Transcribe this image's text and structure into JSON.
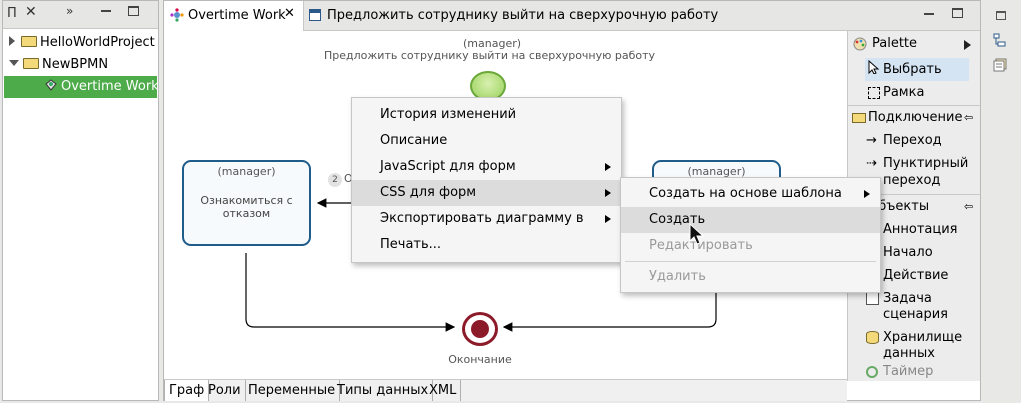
{
  "left_panel": {
    "tab_label": "П",
    "tree": [
      {
        "label": "HelloWorldProject"
      },
      {
        "label": "NewBPMN"
      },
      {
        "label": "Overtime Work"
      }
    ]
  },
  "editor": {
    "tabs": [
      {
        "label": "Overtime Work"
      },
      {
        "label": "Предложить сотруднику выйти на сверхурочную работу"
      }
    ],
    "diagram": {
      "start_role": "(manager)",
      "start_caption": "Предложить сотруднику выйти на сверхурочную работу",
      "task_left_role": "(manager)",
      "task_left_name": "Ознакомиться с отказом",
      "task_right_role": "(manager)",
      "transition_badge": "2",
      "transition_fragment": "О",
      "end_label": "Окончание"
    },
    "bottom_tabs": [
      "Граф",
      "Роли",
      "Переменные",
      "Типы данных",
      "XML"
    ]
  },
  "palette": {
    "title": "Palette",
    "tools": [
      "Выбрать",
      "Рамка"
    ],
    "connections_header": "Подключение",
    "connections": [
      "Переход",
      "Пунктирный",
      "переход"
    ],
    "objects_header": "Объекты",
    "objects": [
      "Аннотация",
      "Начало",
      "Действие",
      "Задача",
      "сценария",
      "Хранилище",
      "данных",
      "Таймер"
    ]
  },
  "context_menu": {
    "items": [
      {
        "label": "История изменений",
        "submenu": false
      },
      {
        "label": "Описание",
        "submenu": false
      },
      {
        "label": "JavaScript для форм",
        "submenu": true
      },
      {
        "label": "CSS для форм",
        "submenu": true
      },
      {
        "label": "Экспортировать диаграмму в",
        "submenu": true
      },
      {
        "label": "Печать...",
        "submenu": false
      }
    ]
  },
  "submenu": {
    "items": [
      {
        "label": "Создать на основе шаблона",
        "submenu": true,
        "enabled": true
      },
      {
        "label": "Создать",
        "submenu": false,
        "enabled": true
      },
      {
        "label": "Редактировать",
        "submenu": false,
        "enabled": false
      },
      {
        "label": "Удалить",
        "submenu": false,
        "enabled": false
      }
    ]
  },
  "colors": {
    "selection_green": "#4dab4a",
    "task_border": "#1f5c8a",
    "end_event": "#8c1b2a",
    "start_event": "#9ad25a",
    "menu_highlight": "#dcdcdc",
    "palette_highlight": "#d4e4f3"
  }
}
